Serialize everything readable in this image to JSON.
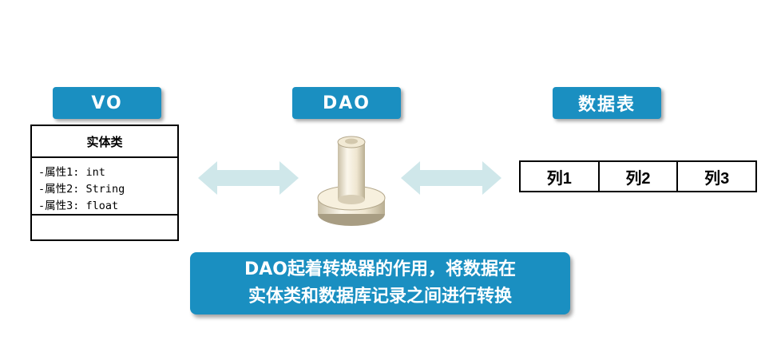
{
  "labels": {
    "vo": "VO",
    "dao": "DAO",
    "table": "数据表"
  },
  "entity": {
    "title": "实体类",
    "attributes": [
      "-属性1: int",
      "-属性2: String",
      "-属性3: float"
    ]
  },
  "columns": [
    "列1",
    "列2",
    "列3"
  ],
  "note": {
    "line1": "DAO起着转换器的作用，将数据在",
    "line2": "实体类和数据库记录之间进行转换"
  },
  "colors": {
    "accent": "#1a8fc1",
    "arrow": "#cfe7ea",
    "cylinder": "#f3ebd7"
  }
}
